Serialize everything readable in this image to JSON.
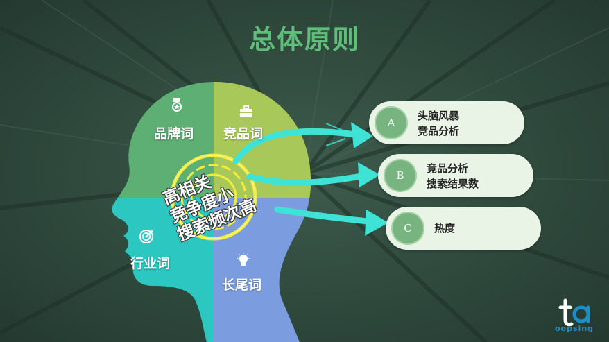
{
  "title": "总体原则",
  "colors": {
    "background": "#2f4a3d",
    "title": "#5fbf7a",
    "quad_brand": "#5daf74",
    "quad_competitor": "#a8c95a",
    "quad_industry": "#2cc7c0",
    "quad_longtail": "#7b9de0",
    "arrow": "#3fe3d5",
    "pill_bg": "#eaf4e6",
    "badge": "#77b47f"
  },
  "quadrants": {
    "brand": {
      "label": "品牌词",
      "icon": "medal-icon"
    },
    "competitor": {
      "label": "竞品词",
      "icon": "briefcase-icon"
    },
    "industry": {
      "label": "行业词",
      "icon": "target-icon"
    },
    "longtail": {
      "label": "长尾词",
      "icon": "lightbulb-icon"
    }
  },
  "center_lines": [
    "高相关",
    "竞争度小",
    "搜索频次高"
  ],
  "items": [
    {
      "badge": "A",
      "lines": [
        "头脑风暴",
        "竞品分析"
      ]
    },
    {
      "badge": "B",
      "lines": [
        "竞品分析",
        "搜索结果数"
      ]
    },
    {
      "badge": "C",
      "lines": [
        "热度"
      ]
    }
  ],
  "logo": {
    "text": "oopsing",
    "icon": "ta-logo-icon"
  }
}
